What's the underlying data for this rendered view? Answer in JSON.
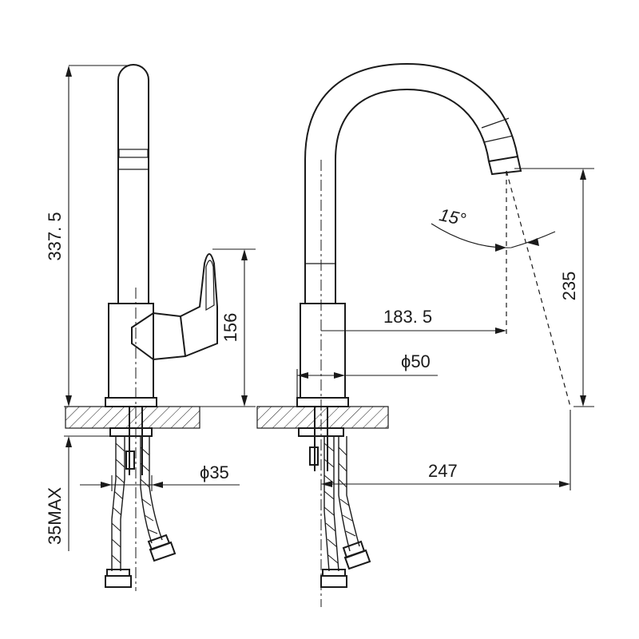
{
  "dimensions": {
    "height_total": "337. 5",
    "lever_height": "156",
    "max_thickness": "35MAX",
    "base_dia_left": "ϕ35",
    "spout_angle": "15°",
    "spout_reach": "183. 5",
    "base_dia_right": "ϕ50",
    "spout_height": "235",
    "total_reach": "247"
  }
}
